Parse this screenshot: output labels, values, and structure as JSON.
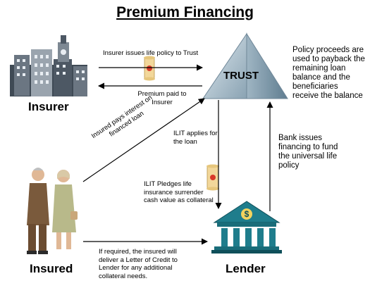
{
  "title": "Premium Financing",
  "nodes": {
    "insurer": "Insurer",
    "trust": "TRUST",
    "insured": "Insured",
    "lender": "Lender"
  },
  "labels": {
    "insurer_issues": "Insurer issues life policy to Trust",
    "premium_paid": "Premium paid to\nInsurer",
    "insured_pays": "Insured pays interest on\nfinanced loan",
    "ilit_applies": "ILIT applies for\nthe loan",
    "ilit_pledges": "ILIT Pledges life\ninsurance surrender\ncash value as collateral",
    "bank_issues": "Bank issues\nfinancing to fund\nthe universal life\npolicy",
    "policy_proceeds": "Policy proceeds are\nused to payback the\nremaining loan\nbalance and the\nbeneficiaries\nreceive the balance",
    "letter_of_credit": "If required, the insured will\ndeliver a Letter of Credit to\nLender for any additional\ncollateral needs."
  },
  "colors": {
    "trust_light": "#c9d9e3",
    "trust_dark": "#7d98aa",
    "bank": "#1f7d8c",
    "bank_dark": "#0f4f5a",
    "scroll": "#f2d79a",
    "seal": "#d93a2a",
    "building": "#5a6470"
  }
}
